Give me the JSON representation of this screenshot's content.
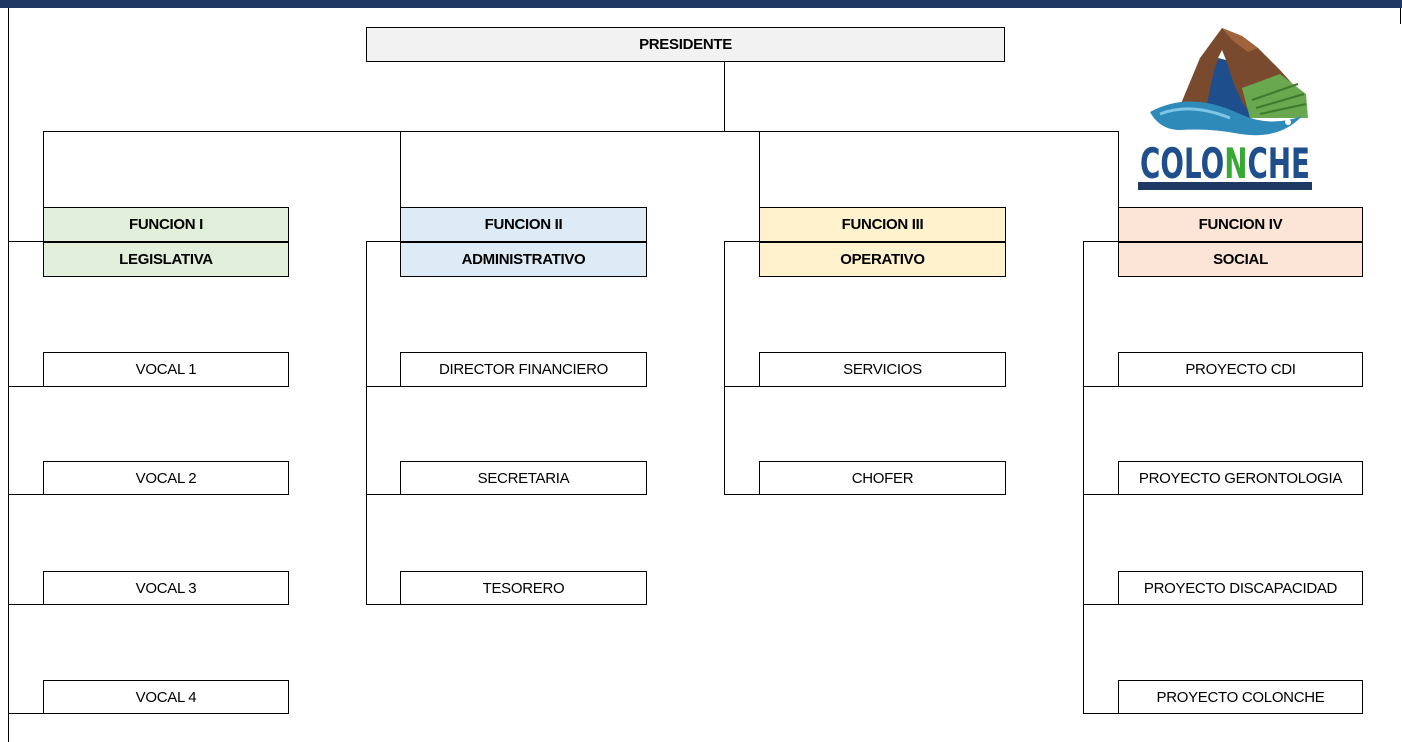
{
  "president": "PRESIDENTE",
  "functions": [
    {
      "title": "FUNCION I",
      "subtitle": "LEGISLATIVA",
      "items": [
        "VOCAL 1",
        "VOCAL 2",
        "VOCAL 3",
        "VOCAL 4"
      ]
    },
    {
      "title": "FUNCION II",
      "subtitle": "ADMINISTRATIVO",
      "items": [
        "DIRECTOR FINANCIERO",
        "SECRETARIA",
        "TESORERO"
      ]
    },
    {
      "title": "FUNCION III",
      "subtitle": "OPERATIVO",
      "items": [
        "SERVICIOS",
        "CHOFER"
      ]
    },
    {
      "title": "FUNCION IV",
      "subtitle": "SOCIAL",
      "items": [
        "PROYECTO CDI",
        "PROYECTO GERONTOLOGIA",
        "PROYECTO DISCAPACIDAD",
        "PROYECTO COLONCHE"
      ]
    }
  ],
  "logo": {
    "text_dark": "COLO",
    "text_green": "N",
    "text_dark2": "CHE",
    "colors": {
      "mountain": "#7a4a2e",
      "peak": "#1f4e8c",
      "field": "#6aa84f",
      "fish": "#2e8ab8",
      "wordmark": "#1f4e8c",
      "accent": "#39a935"
    }
  }
}
